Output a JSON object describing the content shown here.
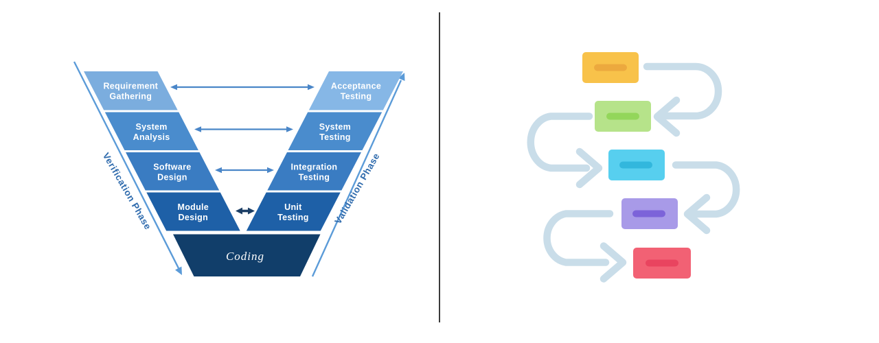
{
  "v_model": {
    "left_phase": {
      "label": "Verification Phase"
    },
    "right_phase": {
      "label": "Validation Phase"
    },
    "phase_label_color": "#2f6bad",
    "axis_color": "#5b9bd8",
    "connector_color": "#4a86c8",
    "bottom_connector_color": "#1c3f66",
    "label_text_color": "#ffffff",
    "left_steps": [
      {
        "line1": "Requirement",
        "line2": "Gathering",
        "color": "#7badde"
      },
      {
        "line1": "System",
        "line2": "Analysis",
        "color": "#4a8ccd"
      },
      {
        "line1": "Software",
        "line2": "Design",
        "color": "#3a7cc2"
      },
      {
        "line1": "Module",
        "line2": "Design",
        "color": "#1e60a7"
      }
    ],
    "right_steps": [
      {
        "line1": "Acceptance",
        "line2": "Testing",
        "color": "#86b7e6"
      },
      {
        "line1": "System",
        "line2": "Testing",
        "color": "#4a8ccd"
      },
      {
        "line1": "Integration",
        "line2": "Testing",
        "color": "#3a7cc2"
      },
      {
        "line1": "Unit",
        "line2": "Testing",
        "color": "#1e60a7"
      }
    ],
    "coding": {
      "label": "Coding",
      "color": "#113e6a"
    }
  },
  "workflow": {
    "arrow_color": "#c9dde9",
    "steps": [
      {
        "color": "#f8c24a",
        "bar_color": "#eca93e"
      },
      {
        "color": "#b6e38a",
        "bar_color": "#93d65b"
      },
      {
        "color": "#57cfef",
        "bar_color": "#32b7dd"
      },
      {
        "color": "#a89ae8",
        "bar_color": "#7c63d9"
      },
      {
        "color": "#f26174",
        "bar_color": "#e9445f"
      }
    ]
  },
  "divider_color": "#3b3b3b"
}
